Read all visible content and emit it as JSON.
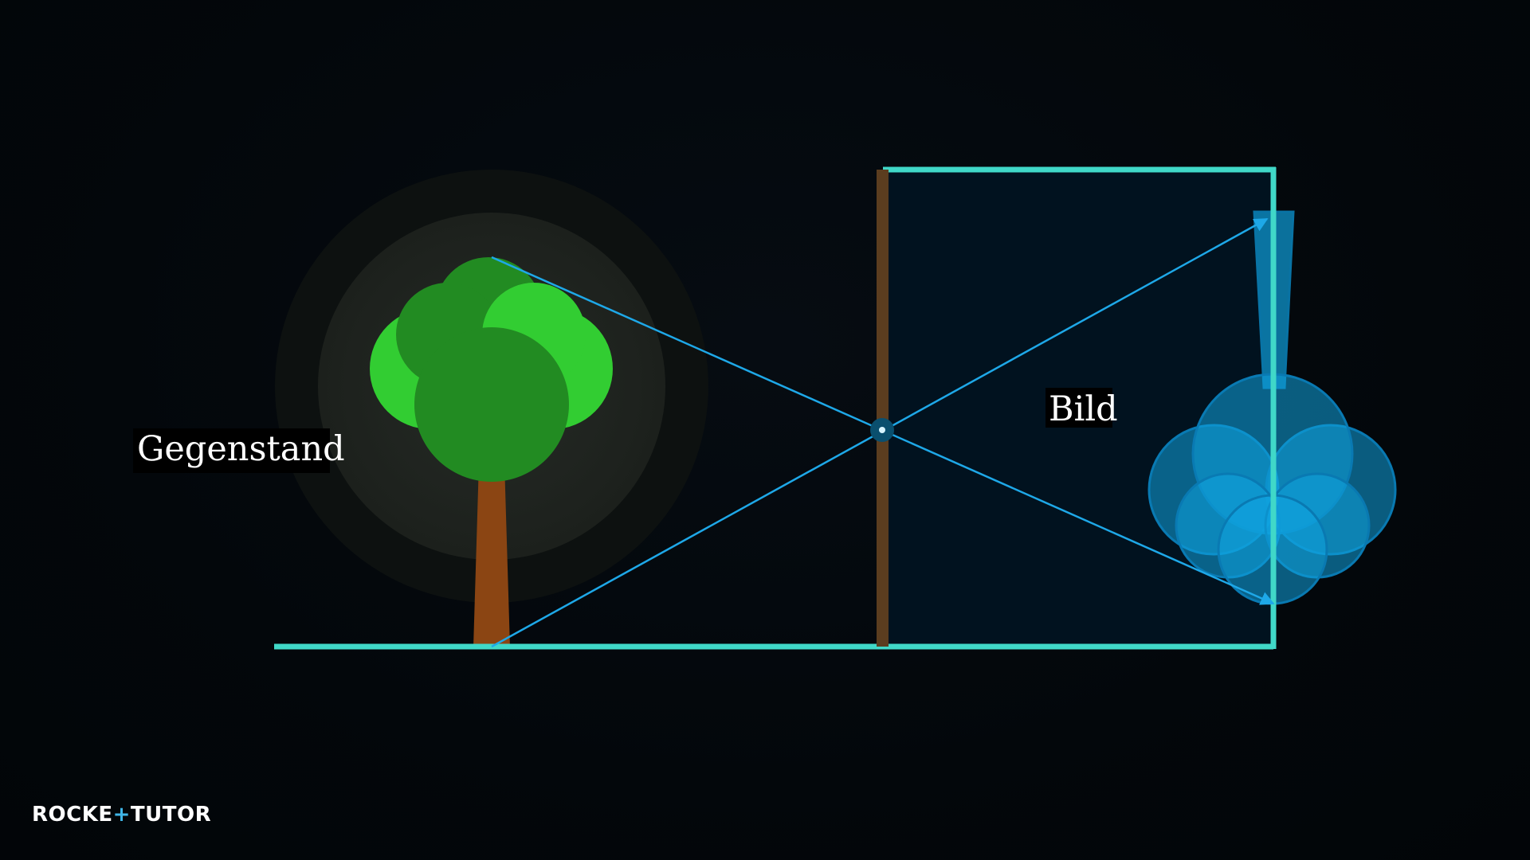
{
  "labels": {
    "object": "Gegenstand",
    "image": "Bild"
  },
  "logo": {
    "part1": "ROCKE",
    "plus": "+",
    "part2": "TUTOR"
  },
  "colors": {
    "background": "#03070b",
    "ground_line": "#40d8c8",
    "camera_outline": "#40d8c8",
    "camera_fill": "#01121f",
    "aperture_wall": "#5b3d1f",
    "ray": "#1ea8e8",
    "tree_trunk": "#8b4513",
    "tree_dark_green": "#228b22",
    "tree_light_green": "#32cd32",
    "image_blue": "#10aef0",
    "logo_accent": "#3fb6e8"
  }
}
